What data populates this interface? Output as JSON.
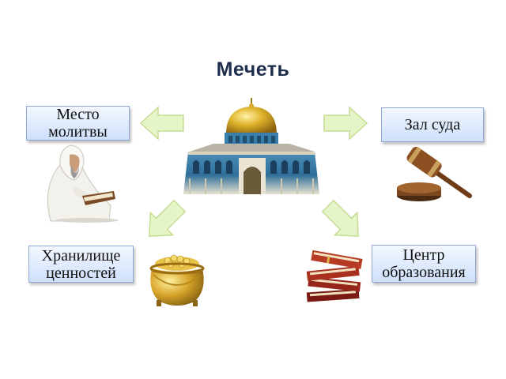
{
  "title": "Мечеть",
  "boxes": {
    "prayer": {
      "line1": "Место",
      "line2": "молитвы"
    },
    "court": {
      "line1": "Зал суда"
    },
    "treasury": {
      "line1": "Хранилище",
      "line2": "ценностей"
    },
    "education": {
      "line1": "Центр",
      "line2": "образования"
    }
  },
  "colors": {
    "arrow_fill": "#e6f5c8",
    "arrow_stroke": "#c4dd92",
    "box_border": "#8fa9d6",
    "dome_gold": "#e0b42c"
  },
  "icons": {
    "center": "mosque-dome-icon",
    "prayer": "praying-man-reading-book-icon",
    "court": "gavel-icon",
    "treasury": "gold-pot-icon",
    "education": "stack-of-books-icon"
  }
}
